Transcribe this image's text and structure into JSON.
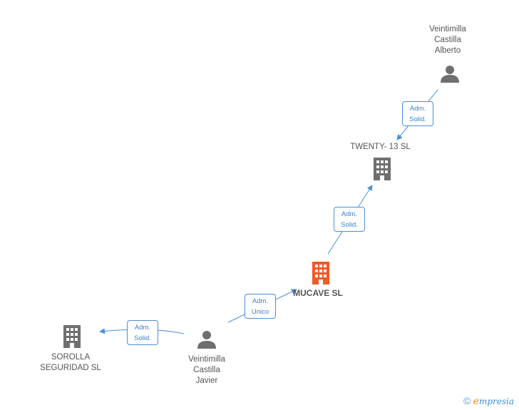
{
  "colors": {
    "edge": "#4a90d9",
    "node_gray": "#6f6f6f",
    "node_focus": "#f05a28"
  },
  "nodes": {
    "alberto": {
      "label": "Veintimilla\nCastilla\nAlberto",
      "icon": "person-icon"
    },
    "twenty13": {
      "label": "TWENTY- 13 SL",
      "icon": "building-icon"
    },
    "mucave": {
      "label": "MUCAVE SL",
      "icon": "building-icon"
    },
    "sorolla": {
      "label": "SOROLLA\nSEGURIDAD  SL",
      "icon": "building-icon"
    },
    "javier": {
      "label": "Veintimilla\nCastilla\nJavier",
      "icon": "person-icon"
    }
  },
  "edges": {
    "alberto_twenty13": "Adm.\nSolid.",
    "mucave_twenty13": "Adm.\nSolid.",
    "javier_mucave": "Adm.\nUnico",
    "javier_sorolla": "Adm.\nSolid."
  },
  "brand": {
    "copyright": "©",
    "e": "e",
    "rest": "mpresia"
  }
}
